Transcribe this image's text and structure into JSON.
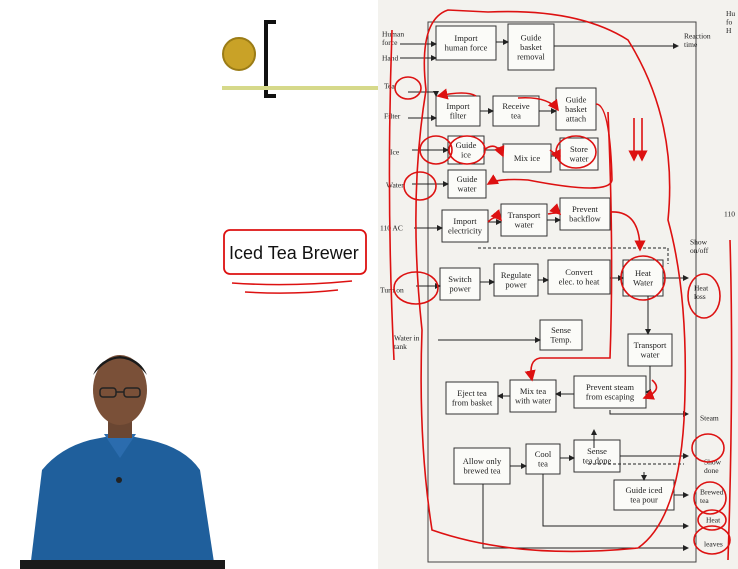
{
  "slide": {
    "title": "Iced Tea Brewer"
  },
  "diagram": {
    "inputs": {
      "human_force": [
        "Human",
        "force"
      ],
      "hand": "Hand",
      "tea": "Tea",
      "filter": "Filter",
      "ice": "Ice",
      "water": "Water",
      "power_110": "110 AC",
      "turn_on": "Turn on",
      "water_in_tank": [
        "Water in",
        "tank"
      ]
    },
    "blocks": {
      "import_human_force": [
        "Import",
        "human force"
      ],
      "guide_basket_removal": [
        "Guide",
        "basket",
        "removal"
      ],
      "import_filter": [
        "Import",
        "filter"
      ],
      "receive_tea": [
        "Receive",
        "tea"
      ],
      "guide_basket_attach": [
        "Guide",
        "basket",
        "attach"
      ],
      "guide_ice": [
        "Guide",
        "ice"
      ],
      "mix_ice": "Mix ice",
      "store_water": [
        "Store",
        "water"
      ],
      "guide_water": [
        "Guide",
        "water"
      ],
      "import_electricity": [
        "Import",
        "electricity"
      ],
      "transport_water_1": [
        "Transport",
        "water"
      ],
      "prevent_backflow": [
        "Prevent",
        "backflow"
      ],
      "switch_power": [
        "Switch",
        "power"
      ],
      "regulate_power": [
        "Regulate",
        "power"
      ],
      "convert_elec": [
        "Convert",
        "elec. to heat"
      ],
      "heat_water": [
        "Heat",
        "Water"
      ],
      "sense_temp": [
        "Sense",
        "Temp."
      ],
      "transport_water_2": [
        "Transport",
        "water"
      ],
      "eject_tea": [
        "Eject tea",
        "from basket"
      ],
      "mix_tea": [
        "Mix tea",
        "with water"
      ],
      "prevent_steam": [
        "Prevent steam",
        "from escaping"
      ],
      "allow_brewed": [
        "Allow only",
        "brewed tea"
      ],
      "cool_tea": [
        "Cool",
        "tea"
      ],
      "sense_tea_done": [
        "Sense",
        "tea done"
      ],
      "guide_iced_tea": [
        "Guide iced",
        "tea pour"
      ]
    },
    "outputs": {
      "reaction_time": [
        "Reaction",
        "time"
      ],
      "human_edge": [
        "Hu",
        "fo",
        "H"
      ],
      "show_onoff": [
        "Show",
        "on/off"
      ],
      "heat_loss": [
        "Heat",
        "loss"
      ],
      "steam": "Steam",
      "show_done": [
        "Show",
        "done"
      ],
      "brewed_tea": [
        "Brewed",
        "tea"
      ],
      "heat": "Heat",
      "leaves": "leaves",
      "n110": "110"
    }
  }
}
